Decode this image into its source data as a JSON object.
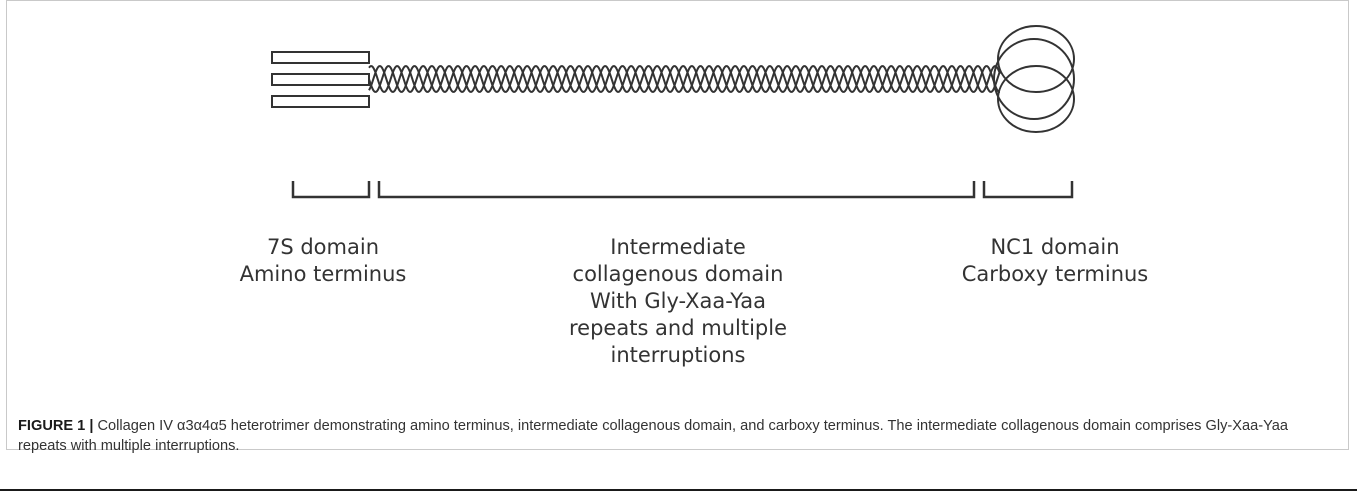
{
  "labels": {
    "left": [
      "7S domain",
      "Amino terminus"
    ],
    "middle": [
      "Intermediate",
      "collagenous domain",
      "With Gly-Xaa-Yaa",
      "repeats and multiple",
      "interruptions"
    ],
    "right": [
      "NC1 domain",
      "Carboxy terminus"
    ]
  },
  "caption": {
    "figure_label": "FIGURE 1 |",
    "text": "Collagen IV α3α4α5 heterotrimer demonstrating amino terminus, intermediate collagenous domain, and carboxy terminus. The intermediate collagenous domain comprises Gly-Xaa-Yaa repeats with multiple interruptions."
  },
  "colors": {
    "stroke": "#333333",
    "text": "#333333",
    "caption_label": "#1a1a1a",
    "frame": "#c9c9c9"
  }
}
